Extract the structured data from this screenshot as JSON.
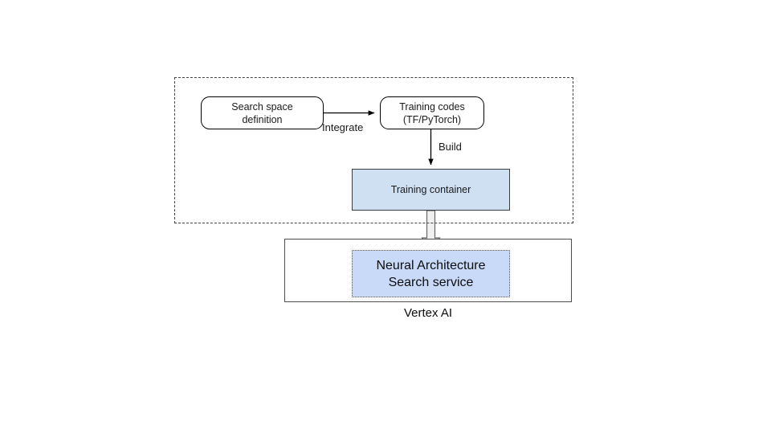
{
  "diagram": {
    "title_label": "Vertex AI",
    "group_user": {
      "name": "user-environment-dashed-group",
      "border_style": "dashed",
      "border_color": "#444444"
    },
    "group_vertex": {
      "label": "Vertex AI",
      "border_style": "solid",
      "border_color": "#4d4d4d",
      "fill": "#ffffff"
    },
    "nodes": [
      {
        "id": "search-space",
        "label": "Search space\ndefinition",
        "line1": "Search space",
        "line2": "definition",
        "shape": "rounded-rectangle",
        "fill": "#ffffff",
        "stroke": "#000000"
      },
      {
        "id": "training-codes",
        "label": "Training codes\n(TF/PyTorch)",
        "line1": "Training codes",
        "line2": "(TF/PyTorch)",
        "shape": "rounded-rectangle",
        "fill": "#ffffff",
        "stroke": "#000000"
      },
      {
        "id": "training-container",
        "label": "Training container",
        "line1": "Training container",
        "shape": "rectangle",
        "fill": "#cfe0f3",
        "stroke": "#3c3c3c"
      },
      {
        "id": "nas-service",
        "label": "Neural Architecture\nSearch service",
        "line1": "Neural Architecture",
        "line2": "Search service",
        "shape": "dotted-rectangle",
        "fill": "#c9daf8",
        "stroke": "#5a5a5a"
      }
    ],
    "edges": [
      {
        "id": "integrate",
        "from": "search-space",
        "to": "training-codes",
        "label": "Integrate",
        "style": "thin-arrow",
        "direction": "right"
      },
      {
        "id": "build",
        "from": "training-codes",
        "to": "training-container",
        "label": "Build",
        "style": "thin-arrow",
        "direction": "down"
      },
      {
        "id": "deploy",
        "from": "training-container",
        "to": "nas-service",
        "label": "",
        "style": "block-arrow",
        "direction": "down"
      }
    ]
  },
  "colors": {
    "container_blue": "#cfe0f3",
    "service_blue": "#c9daf8",
    "stroke_black": "#000000",
    "stroke_gray": "#4d4d4d",
    "background": "#ffffff"
  }
}
